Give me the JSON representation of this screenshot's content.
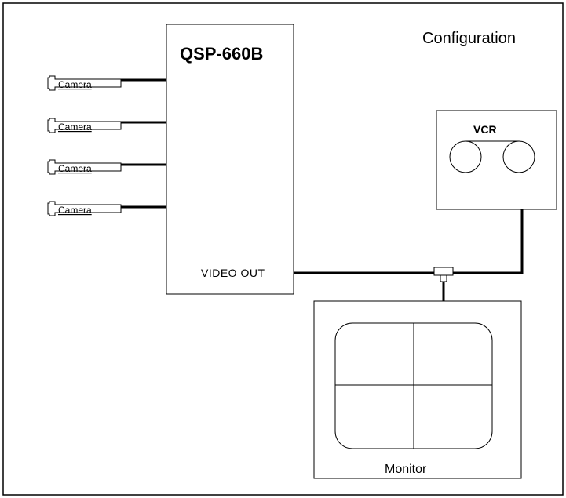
{
  "title": "Configuration",
  "device": {
    "model": "QSP-660B",
    "output_label": "VIDEO  OUT"
  },
  "cameras": [
    {
      "label": "Camera"
    },
    {
      "label": "Camera"
    },
    {
      "label": "Camera"
    },
    {
      "label": "Camera"
    }
  ],
  "vcr": {
    "label": "VCR"
  },
  "monitor": {
    "label": "Monitor"
  }
}
